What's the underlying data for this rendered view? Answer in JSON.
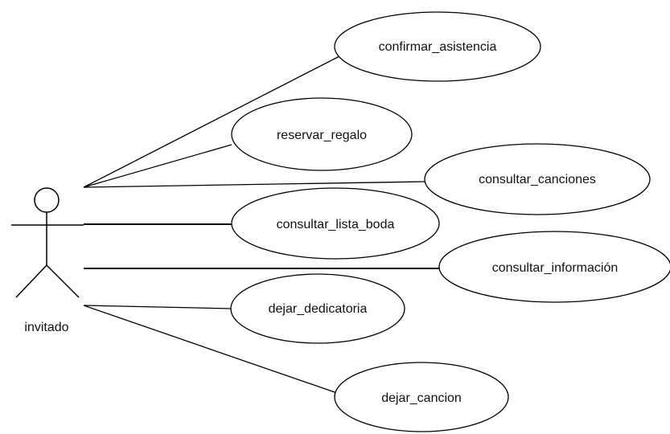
{
  "actor": {
    "name": "invitado"
  },
  "use_cases": [
    {
      "id": "confirmar",
      "label": "confirmar_asistencia"
    },
    {
      "id": "reservar",
      "label": "reservar_regalo"
    },
    {
      "id": "canciones",
      "label": "consultar_canciones"
    },
    {
      "id": "lista",
      "label": "consultar_lista_boda"
    },
    {
      "id": "informacion",
      "label": "consultar_información"
    },
    {
      "id": "dedicatoria",
      "label": "dejar_dedicatoria"
    },
    {
      "id": "cancion",
      "label": "dejar_cancion"
    }
  ]
}
